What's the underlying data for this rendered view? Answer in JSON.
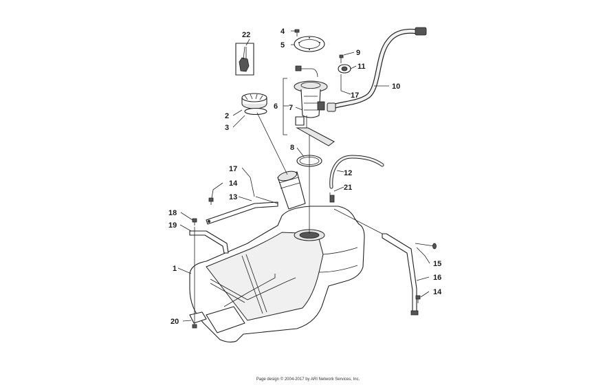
{
  "diagram": {
    "labels": [
      "22",
      "4",
      "5",
      "9",
      "11",
      "10",
      "17",
      "6",
      "7",
      "2",
      "3",
      "8",
      "12",
      "21",
      "17",
      "14",
      "13",
      "18",
      "19",
      "1",
      "15",
      "16",
      "14",
      "20"
    ]
  },
  "footer": {
    "copyright": "Page design © 2004-2017 by ARI Network Services, Inc."
  }
}
